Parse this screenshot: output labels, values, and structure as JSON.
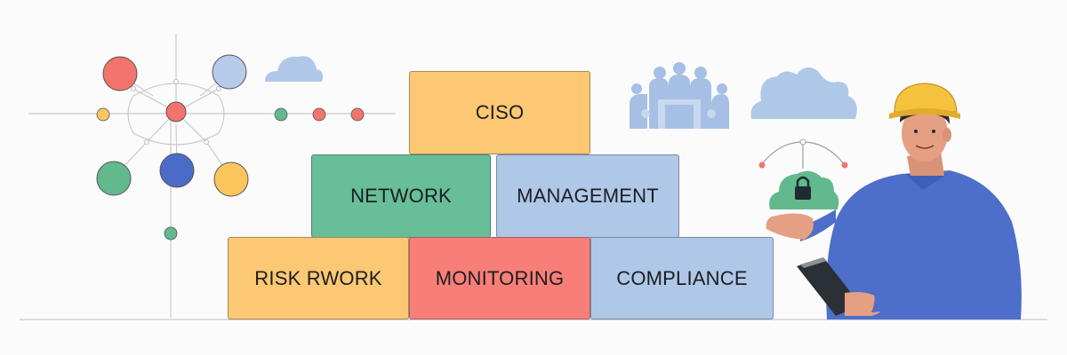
{
  "colors": {
    "yellow": "#fcc873",
    "green": "#67be98",
    "blue": "#afc8e8",
    "red": "#f77f77",
    "node_red": "#f2746c",
    "node_blue": "#b6cbea",
    "node_green": "#62b98d",
    "node_navy": "#4a6cc7",
    "node_yellow": "#fbc55e",
    "person_shirt": "#4d6fc9",
    "skin": "#e5a083",
    "helmet": "#f5c23e"
  },
  "blocks": {
    "ciso": {
      "label": "CISO",
      "color": "#fcc873"
    },
    "network": {
      "label": "NETWORK",
      "color": "#67be98"
    },
    "management": {
      "label": "MANAGEMENT",
      "color": "#afc8e8"
    },
    "risk": {
      "label": "RISK RWORK",
      "color": "#fcc873"
    },
    "monitoring": {
      "label": "MONITORING",
      "color": "#f77f77"
    },
    "compliance": {
      "label": "COMPLIANCE",
      "color": "#afc8e8"
    }
  },
  "icons": {
    "network": "network-diagram-icon",
    "cloud_small": "cloud-icon",
    "team": "team-people-icon",
    "cloud_large": "cloud-icon",
    "lock_cloud": "cloud-lock-icon",
    "person": "security-engineer-illustration",
    "clipboard": "clipboard-icon"
  }
}
